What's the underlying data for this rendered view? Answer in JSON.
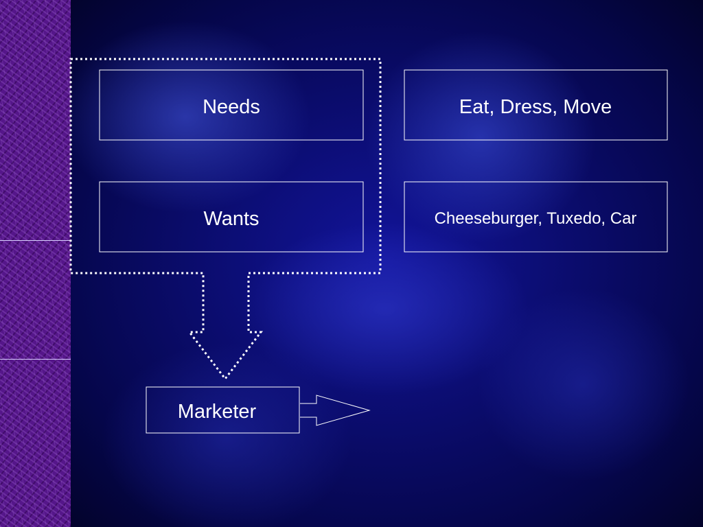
{
  "nodes": {
    "needs": "Needs",
    "wants": "Wants",
    "needs_examples": "Eat, Dress, Move",
    "wants_examples": "Cheeseburger, Tuxedo, Car",
    "marketer": "Marketer"
  },
  "colors": {
    "box_border": "#ffffff",
    "text": "#ffffff",
    "sidebar": "#55168a",
    "background": "#0a0c7a"
  }
}
